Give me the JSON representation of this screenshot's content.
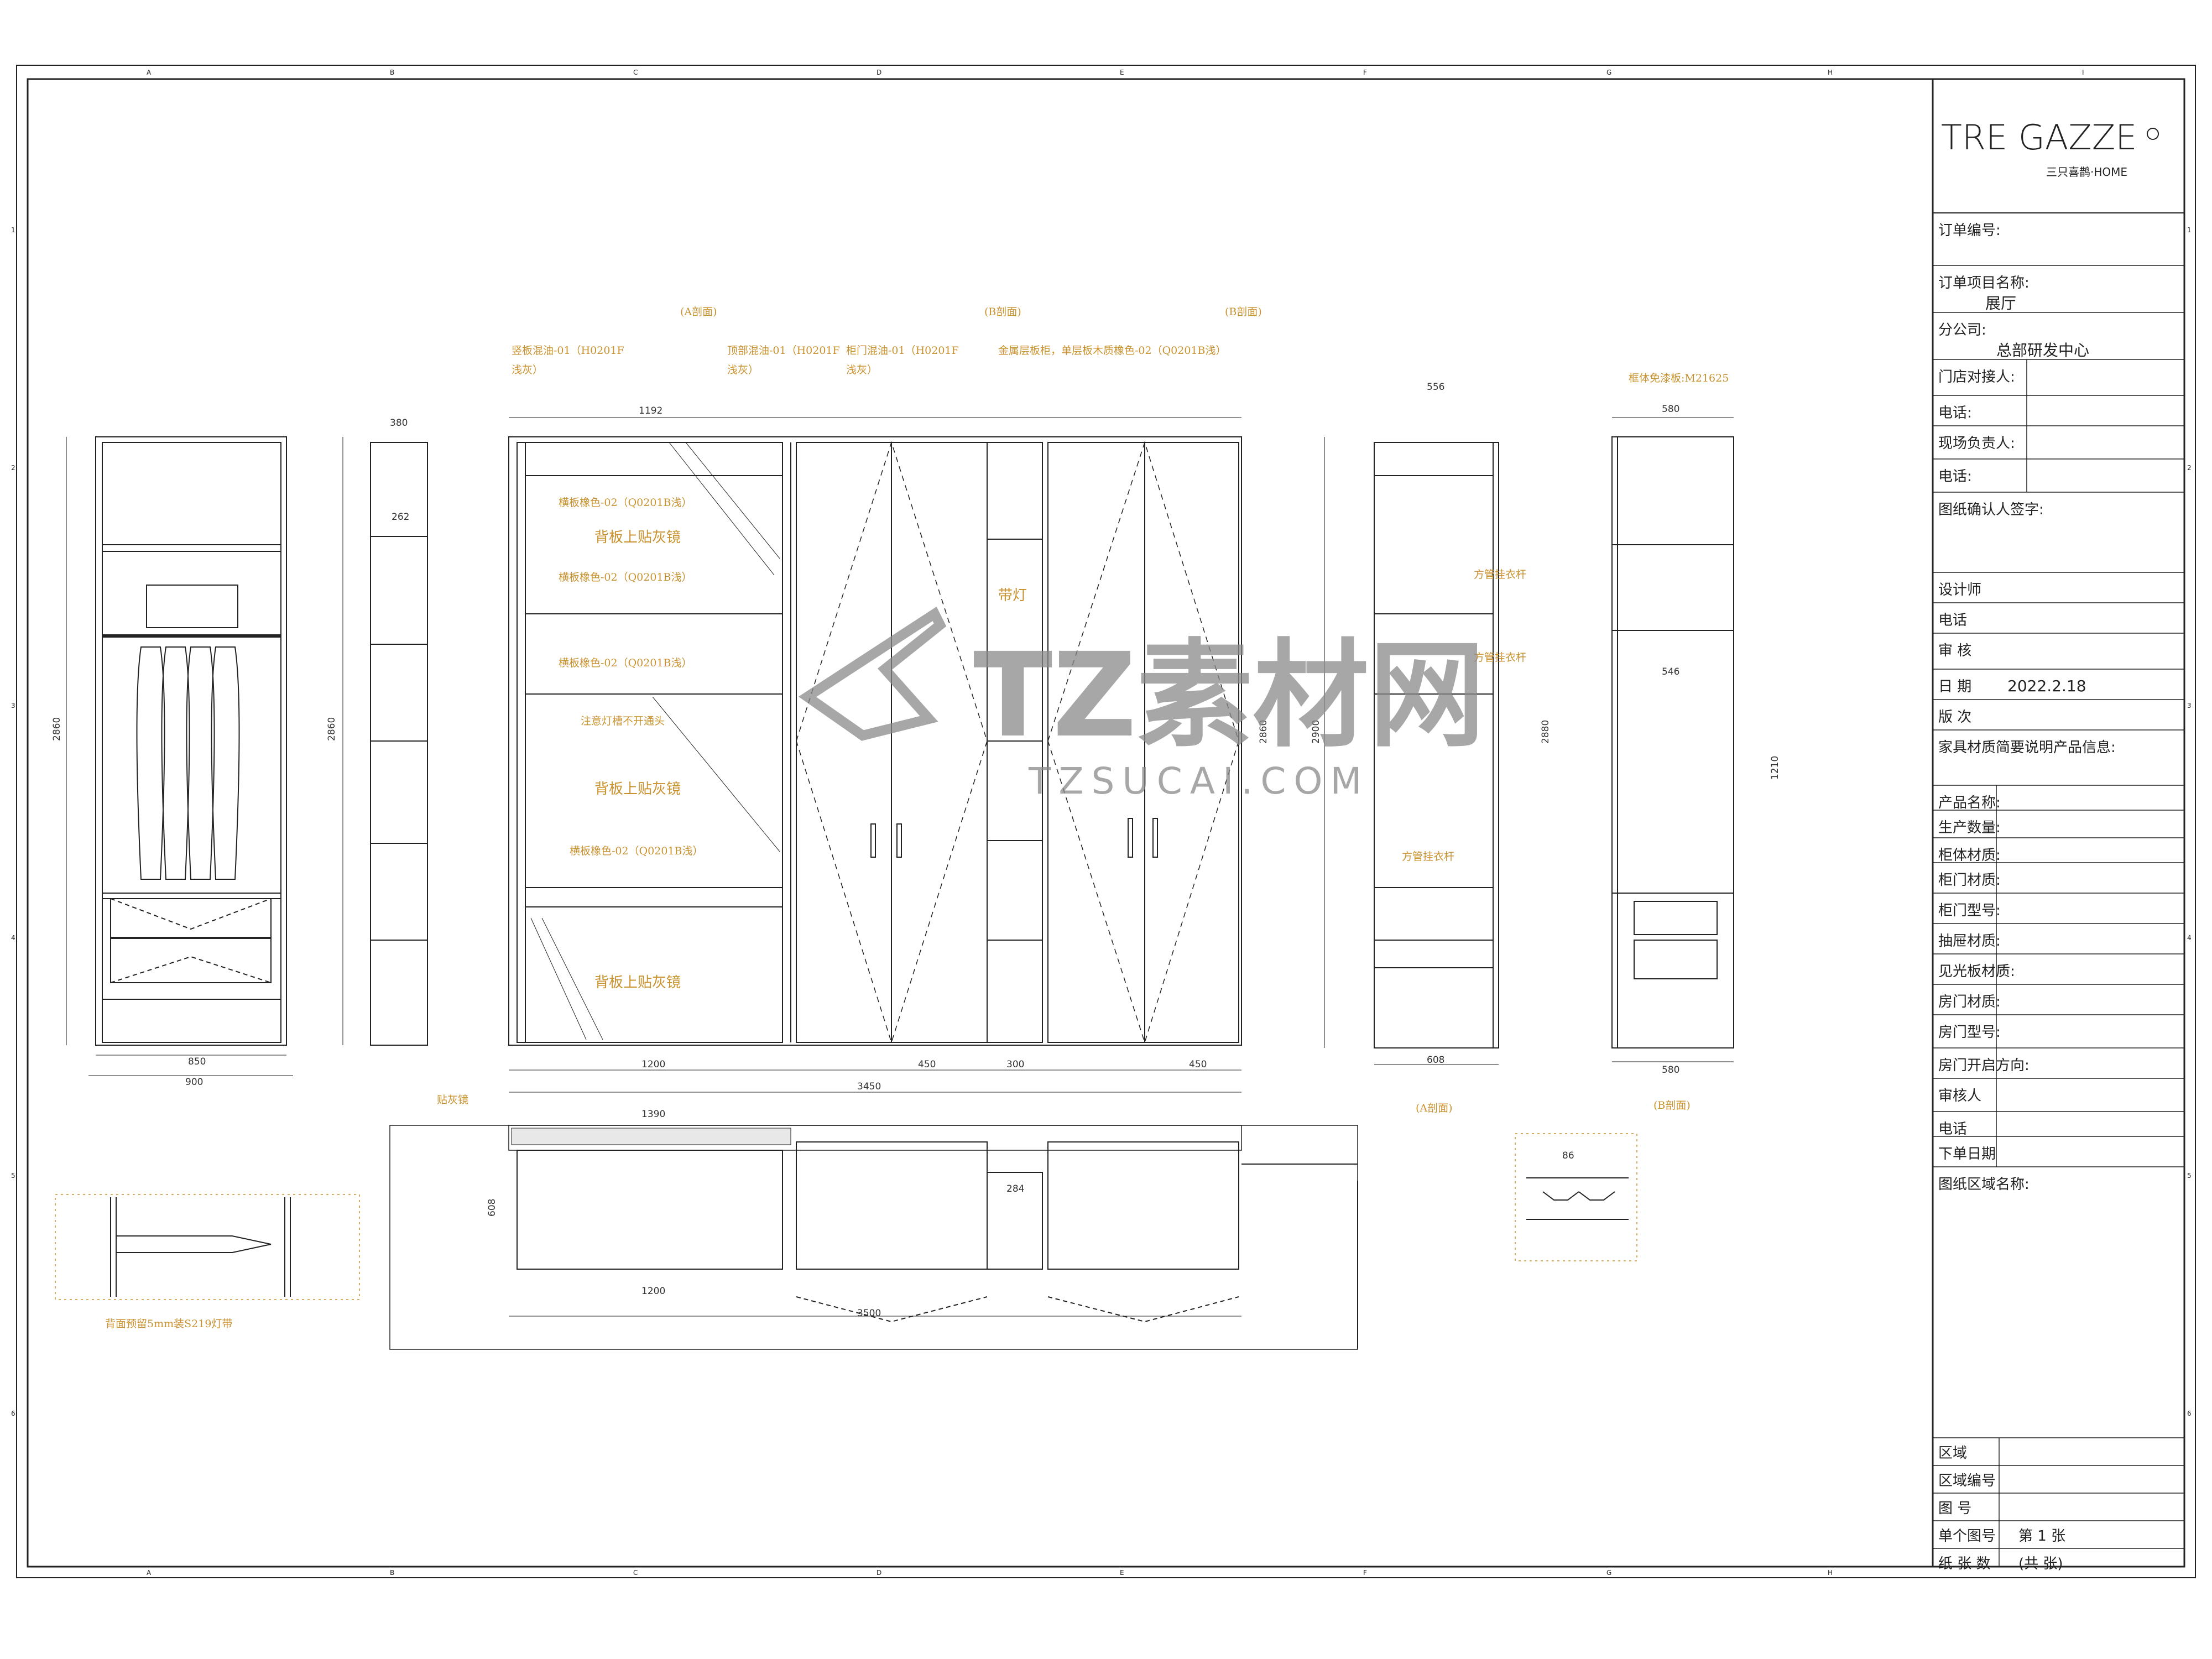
{
  "title_block": {
    "logo_main": "TRE GAZZE",
    "logo_sub": "三只喜鹊·HOME",
    "rows": [
      {
        "label": "订单编号:",
        "value": ""
      },
      {
        "label": "订单项目名称:",
        "value": "展厅"
      },
      {
        "label": "分公司:",
        "value": "总部研发中心"
      },
      {
        "label": "门店对接人:",
        "value": ""
      },
      {
        "label": "电话:",
        "value": ""
      },
      {
        "label": "现场负责人:",
        "value": ""
      },
      {
        "label": "电话:",
        "value": ""
      },
      {
        "label": "图纸确认人签字:",
        "value": ""
      },
      {
        "label": "设计师",
        "value": ""
      },
      {
        "label": "电话",
        "value": ""
      },
      {
        "label": "审 核",
        "value": ""
      },
      {
        "label": "日 期",
        "value": "2022.2.18"
      },
      {
        "label": "版 次",
        "value": ""
      },
      {
        "label": "家具材质简要说明产品信息:",
        "value": ""
      },
      {
        "label": "产品名称:",
        "value": ""
      },
      {
        "label": "生产数量:",
        "value": ""
      },
      {
        "label": "柜体材质:",
        "value": ""
      },
      {
        "label": "柜门材质:",
        "value": ""
      },
      {
        "label": "柜门型号:",
        "value": ""
      },
      {
        "label": "抽屉材质:",
        "value": ""
      },
      {
        "label": "见光板材质:",
        "value": ""
      },
      {
        "label": "房门材质:",
        "value": ""
      },
      {
        "label": "房门型号:",
        "value": ""
      },
      {
        "label": "房门开启方向:",
        "value": ""
      },
      {
        "label": "审核人",
        "value": ""
      },
      {
        "label": "电话",
        "value": ""
      },
      {
        "label": "下单日期",
        "value": ""
      },
      {
        "label": "图纸区域名称:",
        "value": ""
      }
    ],
    "bottom_rows": [
      {
        "label": "区域",
        "value": ""
      },
      {
        "label": "区域编号",
        "value": ""
      },
      {
        "label": "图 号",
        "value": ""
      },
      {
        "label": "单个图号",
        "value": "第 1 张"
      },
      {
        "label": "纸 张 数",
        "value": "(共 张)"
      }
    ]
  },
  "grid_letters": [
    "A",
    "B",
    "C",
    "D",
    "E",
    "F",
    "G",
    "H",
    "I"
  ],
  "grid_numbers": [
    "1",
    "2",
    "3",
    "4",
    "5",
    "6"
  ],
  "notes": {
    "a_section_top": "(A剖面)",
    "b_section_top1": "(B剖面)",
    "b_section_top2": "(B剖面)",
    "m1": "竖板混油-01（H0201F",
    "m1b": "浅灰）",
    "m2": "顶部混油-01（H0201F",
    "m2b": "浅灰）",
    "m3": "柜门混油-01（H0201F",
    "m3b": "浅灰）",
    "m4": "金属层板柜，单层板木质橡色-02（Q0201B浅）",
    "m5": "框体免漆板:M21625",
    "lamp": "带灯",
    "i1": "横板橡色-02（Q0201B浅）",
    "i2": "背板上贴灰镜",
    "i3": "横板橡色-02（Q0201B浅）",
    "i4": "横板橡色-02（Q0201B浅）",
    "i5": "注意灯槽不开通头",
    "i6": "背板上贴灰镜",
    "i7": "横板橡色-02（Q0201B浅）",
    "i8": "背板上贴灰镜",
    "grey_mirror": "贴灰镜",
    "detail_caption": "背面预留5mm装S219灯带",
    "a_section": "(A剖面)",
    "b_section": "(B剖面)",
    "hang1": "方管挂衣杆",
    "hang2": "方管挂衣杆",
    "hang3": "方管挂衣杆"
  },
  "dims": {
    "w850": "850",
    "w900": "900",
    "h2860a": "2860",
    "d380": "380",
    "d262": "262",
    "h2860b": "2860",
    "w1192": "1192",
    "w1200": "1200",
    "w3450": "3450",
    "w450": "450",
    "w300": "300",
    "h2860c": "2860",
    "h2900": "2900",
    "d566": "556",
    "d608": "608",
    "h2880": "2880",
    "d580a": "580",
    "d580b": "580",
    "d546": "546",
    "h1210": "1210",
    "w1390": "1390",
    "w3500": "3500",
    "d284": "284",
    "h608": "608",
    "d86": "86"
  },
  "watermark": {
    "main": "TZ素材网",
    "sub": "TZSUCAI.COM"
  }
}
